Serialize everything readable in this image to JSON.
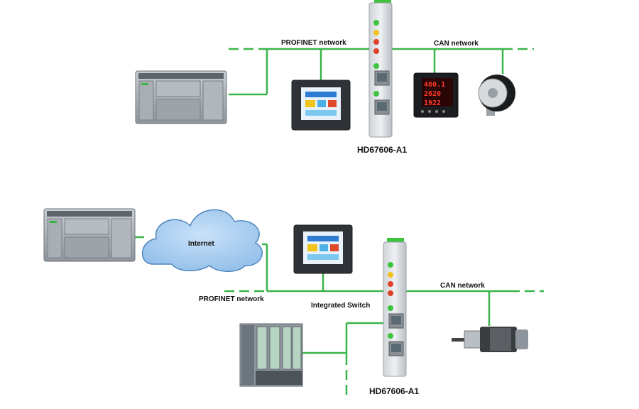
{
  "top": {
    "profinet_label": "PROFINET network",
    "can_label": "CAN network",
    "gateway_label": "HD67606-A1",
    "meter": {
      "line1": "480.1",
      "line2": "2620",
      "line3": "1922"
    }
  },
  "bottom": {
    "internet_label": "Internet",
    "profinet_label": "PROFINET network",
    "switch_label": "Integrated Switch",
    "can_label": "CAN network",
    "gateway_label": "HD67606-A1"
  },
  "colors": {
    "network_line": "#3ab54a",
    "led_green": "#3cc43c",
    "led_yellow": "#f2c21b",
    "led_red": "#e0402a",
    "cloud_fill": "#a9cdf0"
  }
}
